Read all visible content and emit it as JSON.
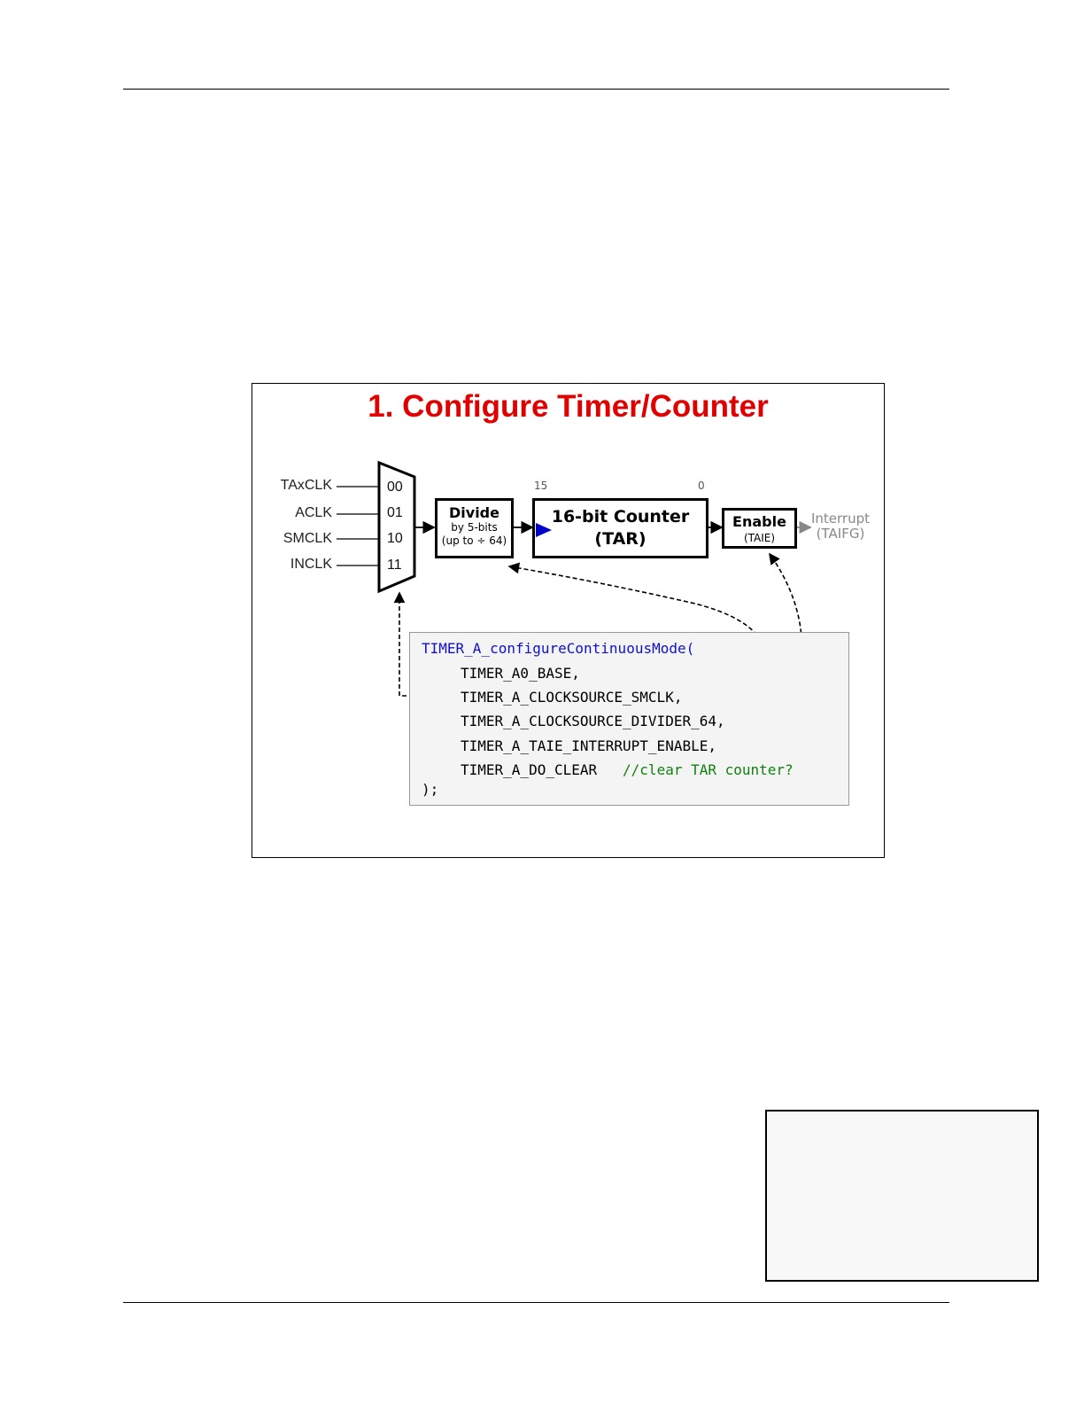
{
  "slide": {
    "title": "1. Configure Timer/Counter",
    "clock_sources": [
      "TAxCLK",
      "ACLK",
      "SMCLK",
      "INCLK"
    ],
    "mux_inputs": [
      "00",
      "01",
      "10",
      "11"
    ],
    "divider": {
      "title": "Divide",
      "line1": "by 5-bits",
      "line2": "(up to ÷ 64)"
    },
    "counter": {
      "bit_high": "15",
      "bit_low": "0",
      "title": "16-bit Counter",
      "register": "(TAR)"
    },
    "enable": {
      "title": "Enable",
      "register": "(TAIE)"
    },
    "interrupt": {
      "label": "Interrupt",
      "flag": "(TAIFG)"
    },
    "code": {
      "function": "TIMER_A_configureContinuousMode(",
      "args": [
        "TIMER_A0_BASE,",
        "TIMER_A_CLOCKSOURCE_SMCLK,",
        "TIMER_A_CLOCKSOURCE_DIVIDER_64,",
        "TIMER_A_TAIE_INTERRUPT_ENABLE,",
        "TIMER_A_DO_CLEAR"
      ],
      "comment": "//clear TAR counter?",
      "close": ");"
    },
    "colors": {
      "title": "#e00000",
      "function": "#1010d0",
      "comment": "#108010",
      "clock_marker": "#0000cc"
    }
  }
}
